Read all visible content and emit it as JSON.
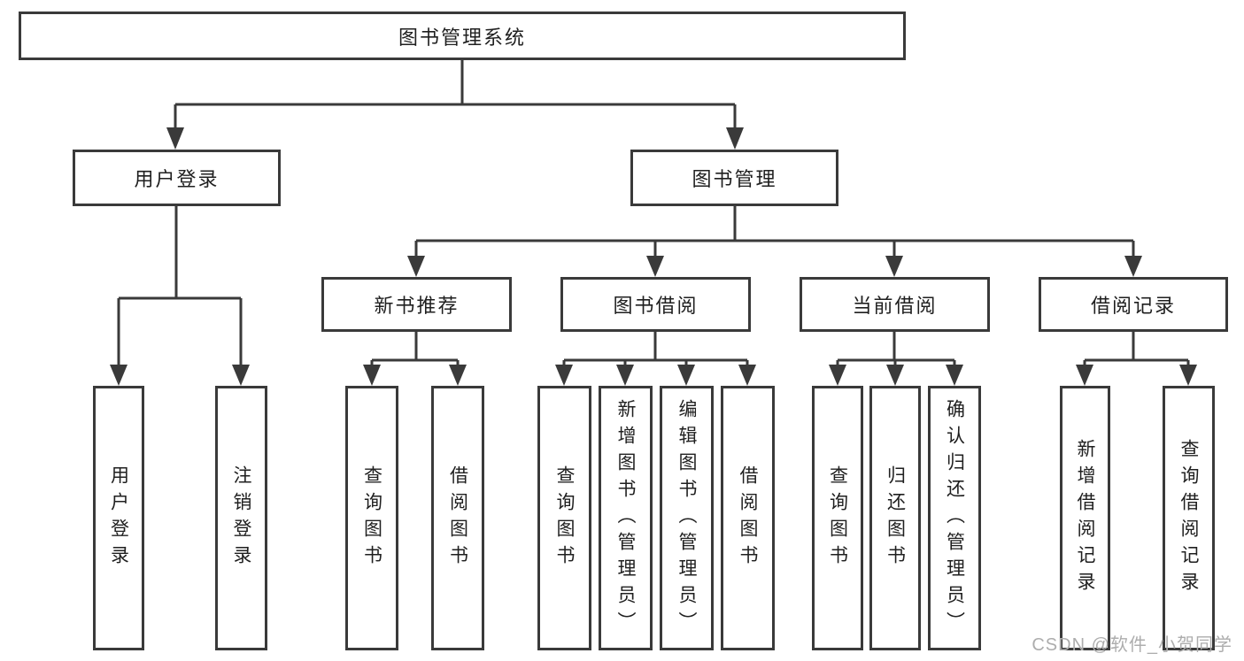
{
  "colors": {
    "line": "#3a3a3a",
    "text": "#1f1f1f",
    "watermark": "#adadad",
    "background": "#ffffff"
  },
  "tree": {
    "root": {
      "label": "图书管理系统"
    },
    "branches": [
      {
        "label": "用户登录",
        "children": [
          {
            "label": "用户登录"
          },
          {
            "label": "注销登录"
          }
        ]
      },
      {
        "label": "图书管理",
        "groups": [
          {
            "label": "新书推荐",
            "children": [
              {
                "label": "查询图书"
              },
              {
                "label": "借阅图书"
              }
            ]
          },
          {
            "label": "图书借阅",
            "children": [
              {
                "label": "查询图书"
              },
              {
                "label": "新增图书（管理员）"
              },
              {
                "label": "编辑图书（管理员）"
              },
              {
                "label": "借阅图书"
              }
            ]
          },
          {
            "label": "当前借阅",
            "children": [
              {
                "label": "查询图书"
              },
              {
                "label": "归还图书"
              },
              {
                "label": "确认归还（管理员）"
              }
            ]
          },
          {
            "label": "借阅记录",
            "children": [
              {
                "label": "新增借阅记录"
              },
              {
                "label": "查询借阅记录"
              }
            ]
          }
        ]
      }
    ]
  },
  "watermark": {
    "text": "CSDN @软件_小贺同学"
  }
}
